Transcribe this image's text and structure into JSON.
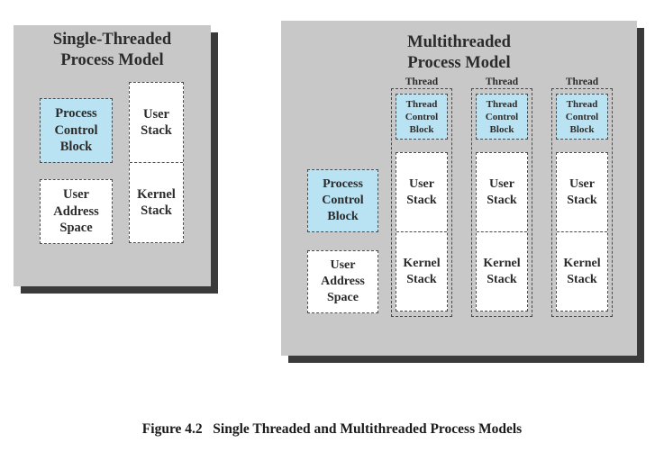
{
  "single": {
    "title": "Single-Threaded\nProcess Model",
    "pcb": "Process\nControl\nBlock",
    "user_address_space": "User\nAddress\nSpace",
    "user_stack": "User\nStack",
    "kernel_stack": "Kernel\nStack"
  },
  "multi": {
    "title": "Multithreaded\nProcess Model",
    "pcb": "Process\nControl\nBlock",
    "user_address_space": "User\nAddress\nSpace",
    "threads": [
      {
        "label": "Thread",
        "tcb": "Thread\nControl\nBlock",
        "user_stack": "User\nStack",
        "kernel_stack": "Kernel\nStack"
      },
      {
        "label": "Thread",
        "tcb": "Thread\nControl\nBlock",
        "user_stack": "User\nStack",
        "kernel_stack": "Kernel\nStack"
      },
      {
        "label": "Thread",
        "tcb": "Thread\nControl\nBlock",
        "user_stack": "User\nStack",
        "kernel_stack": "Kernel\nStack"
      }
    ]
  },
  "caption": "Figure 4.2   Single Threaded and Multithreaded Process Models",
  "colors": {
    "panel": "#c8c8c8",
    "shadow": "#3a3a3a",
    "highlight": "#b9e3f3"
  }
}
